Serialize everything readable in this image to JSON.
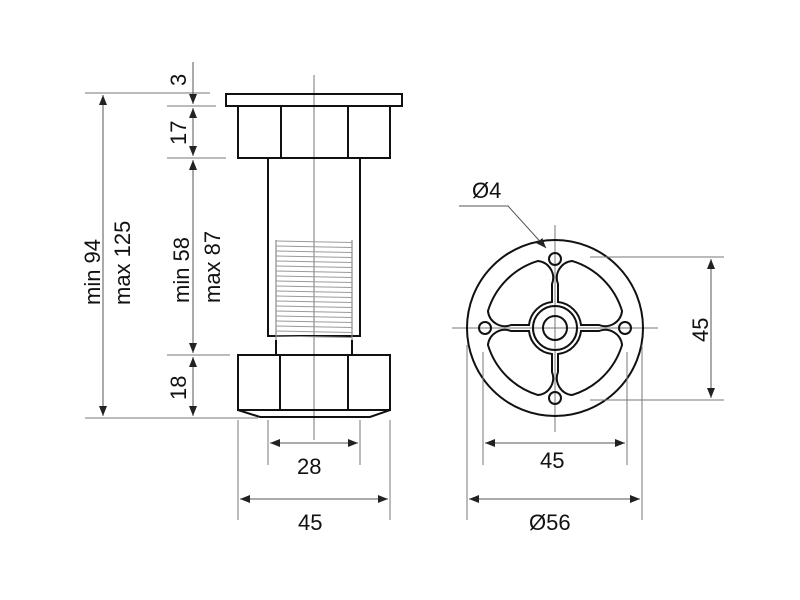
{
  "drawing": {
    "title": "Adjustable furniture leg technical drawing",
    "side_view": {
      "total_height_label_min": "min 94",
      "total_height_label_max": "max 125",
      "cap_thickness": "3",
      "top_nut_height": "17",
      "shaft_label_min": "min 58",
      "shaft_label_max": "max 87",
      "base_height": "18",
      "shaft_width": "28",
      "base_width": "45"
    },
    "bottom_view": {
      "hole_diameter": "Ø4",
      "hole_spacing_vertical": "45",
      "hole_spacing_horizontal": "45",
      "outer_diameter": "Ø56"
    }
  }
}
